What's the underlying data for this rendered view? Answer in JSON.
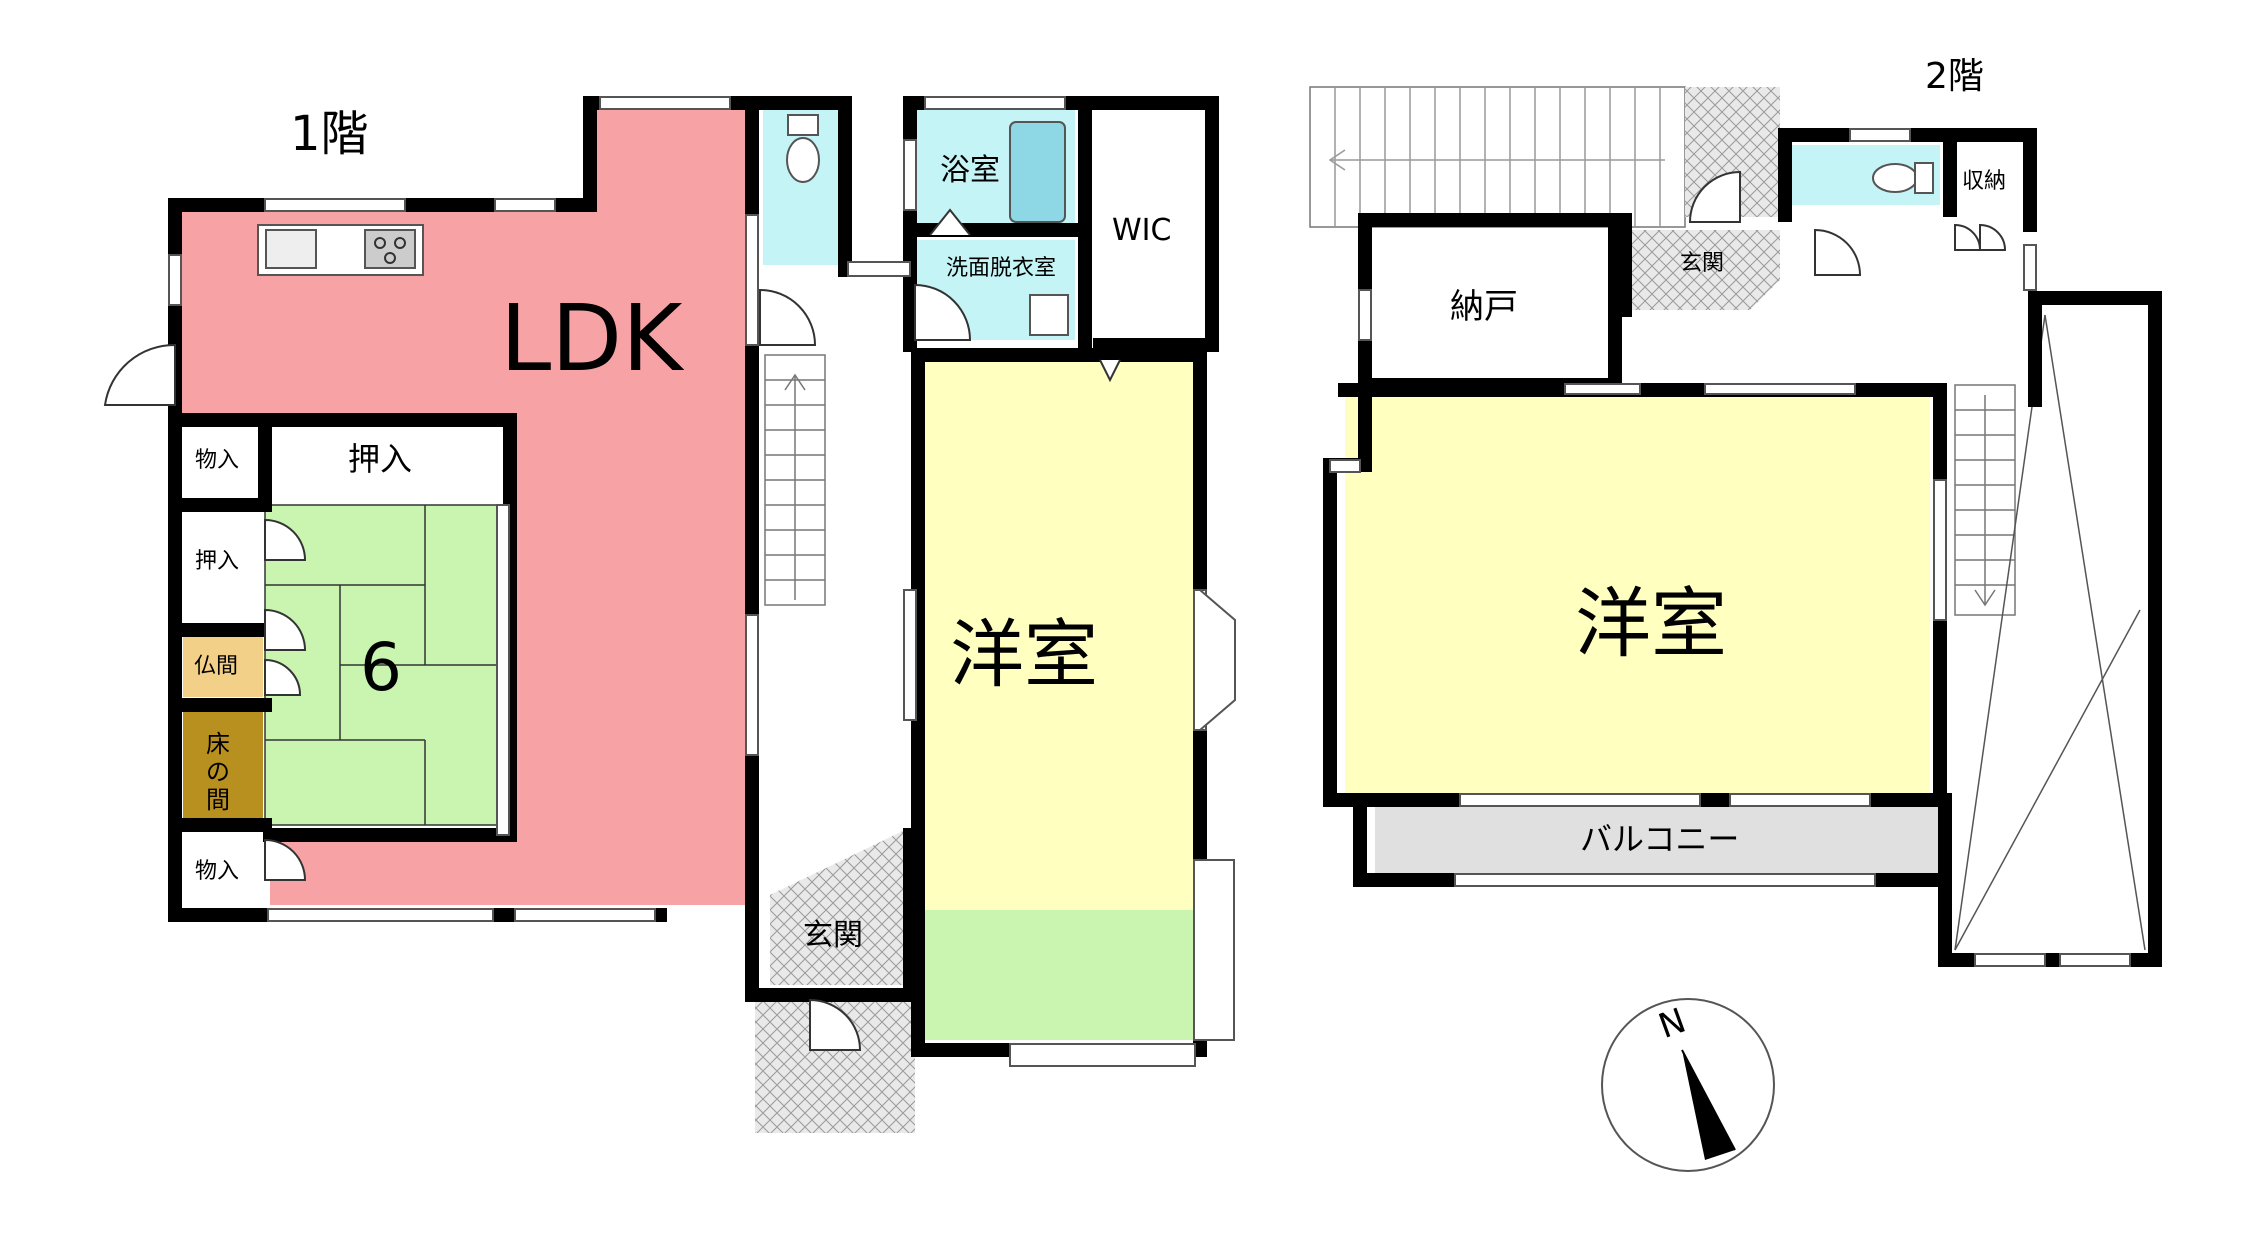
{
  "floor1": {
    "title": "1階",
    "ldk": "LDK",
    "tatami_count": "6",
    "oshiire_main": "押入",
    "oshiire_side": "押入",
    "monoire_top": "物入",
    "monoire_bottom": "物入",
    "butsuma": "仏間",
    "tokonoma": "床の間",
    "bathroom": "浴室",
    "washroom": "洗面脱衣室",
    "wic": "WIC",
    "western_room": "洋室",
    "entrance": "玄関"
  },
  "floor2": {
    "title": "2階",
    "nando": "納戸",
    "entrance": "玄関",
    "storage": "収納",
    "western_room": "洋室",
    "balcony": "バルコニー"
  },
  "compass": {
    "north": "N"
  },
  "colors": {
    "ldk": "#f7a3a6",
    "washitsu": "#c9f5b0",
    "western": "#ffffc0",
    "wet": "#c4f4f6",
    "tokonoma": "#b89020",
    "butsuma": "#f3d088",
    "balcony": "#e0e0e0",
    "wall": "#000000"
  }
}
